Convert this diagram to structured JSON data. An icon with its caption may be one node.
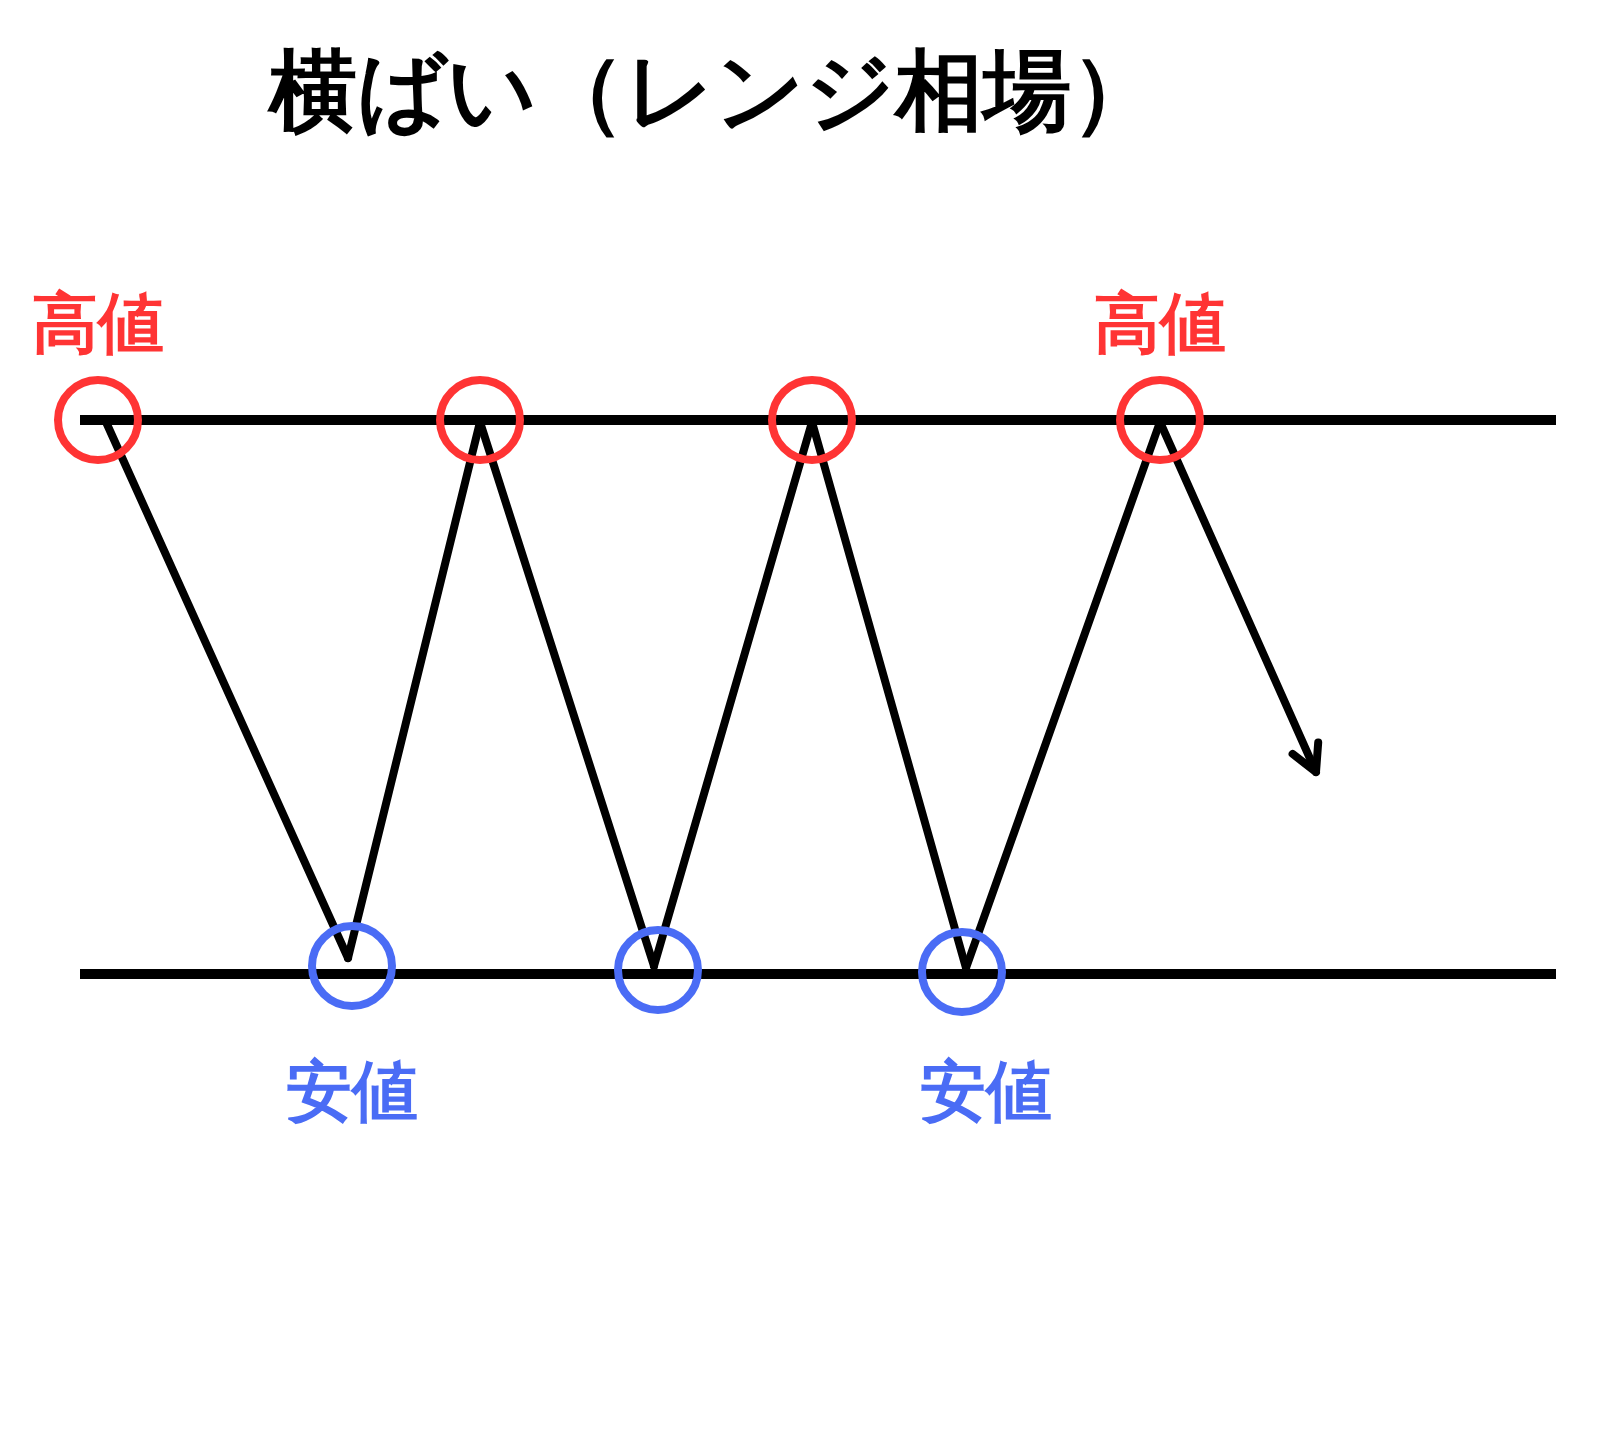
{
  "diagram": {
    "title": "横ばい（レンジ相場）",
    "nodes": [
      {
        "text": [],
        "shape": "circle",
        "beside": [
          "高値"
        ]
      },
      {
        "text": [],
        "shape": "circle",
        "beside": [
          "安値"
        ]
      },
      {
        "text": [],
        "shape": "circle"
      },
      {
        "text": [],
        "shape": "circle"
      },
      {
        "text": [],
        "shape": "circle"
      },
      {
        "text": [],
        "shape": "circle",
        "beside": [
          "安値"
        ]
      },
      {
        "text": [],
        "shape": "circle",
        "beside": [
          "高値"
        ]
      }
    ],
    "edges": [
      {
        "from": 0,
        "to": 1,
        "arrow": "none"
      },
      {
        "from": 1,
        "to": 2,
        "arrow": "none"
      },
      {
        "from": 2,
        "to": 3,
        "arrow": "none"
      },
      {
        "from": 3,
        "to": 4,
        "arrow": "none"
      },
      {
        "from": 4,
        "to": 5,
        "arrow": "none"
      },
      {
        "from": 5,
        "to": 6,
        "arrow": "none"
      },
      {
        "from": 6,
        "to": null,
        "arrow": "to"
      }
    ]
  }
}
